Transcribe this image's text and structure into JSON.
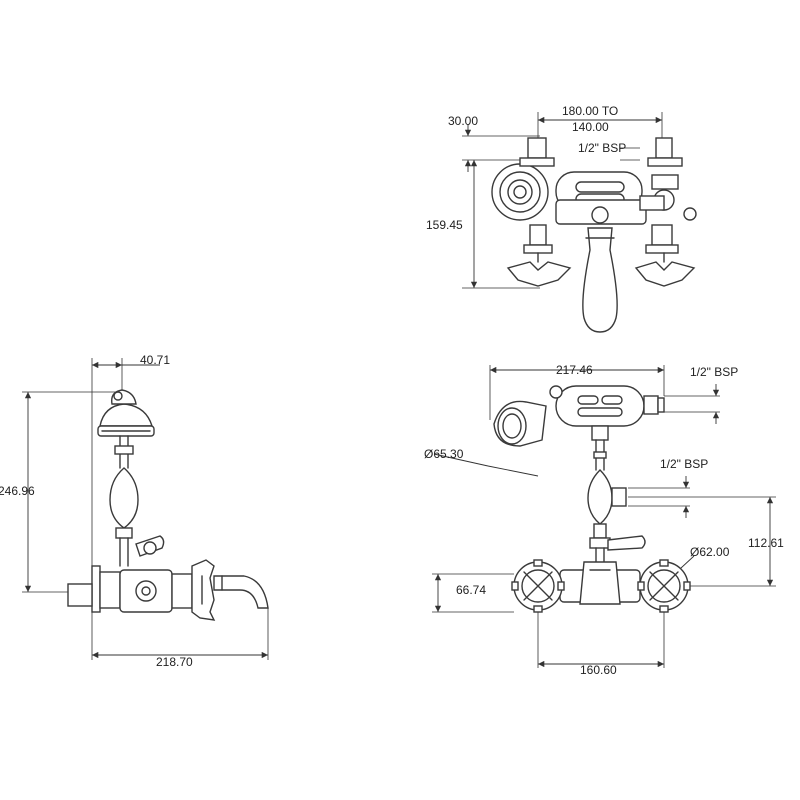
{
  "line_color": "#3a3a3a",
  "background": "#ffffff",
  "top_view": {
    "dim_top_width_line1": "180.00 TO",
    "dim_top_width_line2": "140.00",
    "dim_top_offset": "30.00",
    "dim_bsp": "1/2\" BSP",
    "dim_height": "159.45"
  },
  "side_view": {
    "dim_head_offset": "40.71",
    "dim_height": "246.96",
    "dim_width": "218.70"
  },
  "front_view": {
    "dim_width": "217.46",
    "dim_bsp_top": "1/2\" BSP",
    "dim_head_dia": "Ø65.30",
    "dim_bsp_mid": "1/2\" BSP",
    "dim_handle_dia": "Ø62.00",
    "dim_height_right": "112.61",
    "dim_height_left": "66.74",
    "dim_centres": "160.60"
  }
}
